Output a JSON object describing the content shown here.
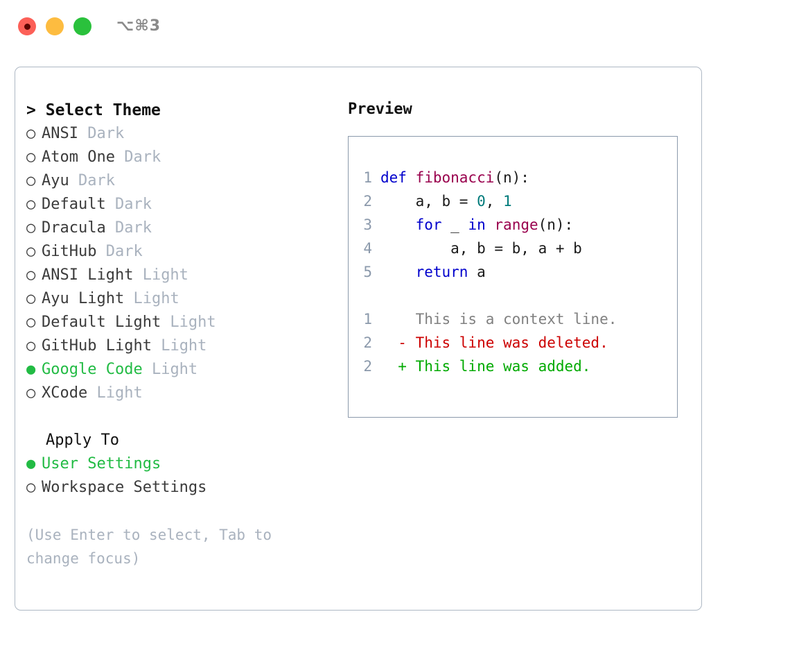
{
  "window": {
    "shortcut_label": "⌥⌘3",
    "traffic_lights": [
      {
        "name": "close",
        "color": "#fc6058"
      },
      {
        "name": "minimize",
        "color": "#fdbc40"
      },
      {
        "name": "zoom",
        "color": "#2ac13c"
      }
    ]
  },
  "theme_picker": {
    "prompt": ">",
    "title": "Select Theme",
    "selected_bullet": "●",
    "unselected_bullet": "○",
    "options": [
      {
        "label": "ANSI",
        "tag": "Dark",
        "selected": false
      },
      {
        "label": "Atom One",
        "tag": "Dark",
        "selected": false
      },
      {
        "label": "Ayu",
        "tag": "Dark",
        "selected": false
      },
      {
        "label": "Default",
        "tag": "Dark",
        "selected": false
      },
      {
        "label": "Dracula",
        "tag": "Dark",
        "selected": false
      },
      {
        "label": "GitHub",
        "tag": "Dark",
        "selected": false
      },
      {
        "label": "ANSI Light",
        "tag": "Light",
        "selected": false
      },
      {
        "label": "Ayu Light",
        "tag": "Light",
        "selected": false
      },
      {
        "label": "Default Light",
        "tag": "Light",
        "selected": false
      },
      {
        "label": "GitHub Light",
        "tag": "Light",
        "selected": false
      },
      {
        "label": "Google Code",
        "tag": "Light",
        "selected": true
      },
      {
        "label": "XCode",
        "tag": "Light",
        "selected": false
      }
    ]
  },
  "apply_to": {
    "title": "Apply To",
    "options": [
      {
        "label": "User Settings",
        "selected": true
      },
      {
        "label": "Workspace Settings",
        "selected": false
      }
    ]
  },
  "hint": "(Use Enter to select, Tab to change focus)",
  "preview": {
    "title": "Preview",
    "code_lines": [
      {
        "number": "1",
        "tokens": [
          {
            "text": "def ",
            "cls": "t-kw"
          },
          {
            "text": "fibonacci",
            "cls": "t-fn"
          },
          {
            "text": "(n):",
            "cls": "t-pl"
          }
        ]
      },
      {
        "number": "2",
        "tokens": [
          {
            "text": "    a, b = ",
            "cls": "t-pl"
          },
          {
            "text": "0",
            "cls": "t-num"
          },
          {
            "text": ", ",
            "cls": "t-pl"
          },
          {
            "text": "1",
            "cls": "t-num"
          }
        ]
      },
      {
        "number": "3",
        "tokens": [
          {
            "text": "    ",
            "cls": "t-pl"
          },
          {
            "text": "for",
            "cls": "t-kw"
          },
          {
            "text": " _ ",
            "cls": "t-pl"
          },
          {
            "text": "in",
            "cls": "t-kw"
          },
          {
            "text": " ",
            "cls": "t-pl"
          },
          {
            "text": "range",
            "cls": "t-fn"
          },
          {
            "text": "(n):",
            "cls": "t-pl"
          }
        ]
      },
      {
        "number": "4",
        "tokens": [
          {
            "text": "        a, b = b, a + b",
            "cls": "t-pl"
          }
        ]
      },
      {
        "number": "5",
        "tokens": [
          {
            "text": "    ",
            "cls": "t-pl"
          },
          {
            "text": "return",
            "cls": "t-kw"
          },
          {
            "text": " a",
            "cls": "t-pl"
          }
        ]
      }
    ],
    "diff_lines": [
      {
        "number": "1",
        "marker": "  ",
        "text": "This is a context line.",
        "cls": "t-ctx"
      },
      {
        "number": "2",
        "marker": "- ",
        "text": "This line was deleted.",
        "cls": "t-del"
      },
      {
        "number": "2",
        "marker": "+ ",
        "text": "This line was added.",
        "cls": "t-add"
      }
    ]
  },
  "colors": {
    "accent_green": "#22bb44",
    "muted": "#a9b2be",
    "border": "#aeb8c4",
    "code_border": "#8b99ab",
    "keyword": "#0000cc",
    "function": "#99004d",
    "number": "#007a7a",
    "diff_add": "#00aa00",
    "diff_del": "#cc0000",
    "diff_ctx": "#808080"
  }
}
